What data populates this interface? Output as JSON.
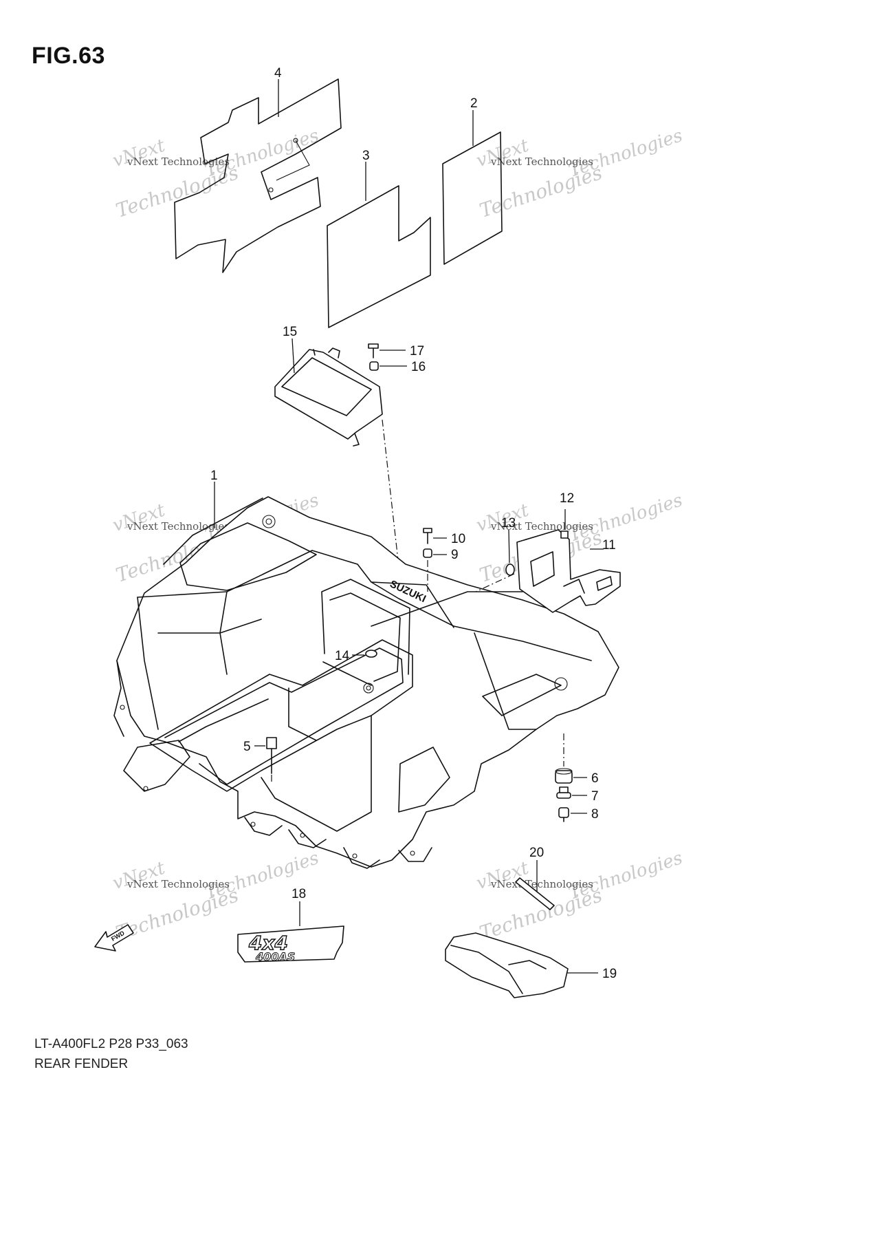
{
  "figure": {
    "title": "FIG.63",
    "model_code": "LT-A400FL2 P28 P33_063",
    "name": "REAR FENDER"
  },
  "watermark": {
    "line1": "vNext Technologies",
    "line2": "vNext",
    "line3": "Technologies"
  },
  "callouts": [
    "1",
    "2",
    "3",
    "4",
    "5",
    "6",
    "7",
    "8",
    "9",
    "10",
    "11",
    "12",
    "13",
    "14",
    "15",
    "16",
    "17",
    "18",
    "19",
    "20"
  ],
  "emblem": {
    "line1": "4x4",
    "line2": "400AS"
  },
  "fwd_label": "FWD",
  "fender_brand": "SUZUKI"
}
